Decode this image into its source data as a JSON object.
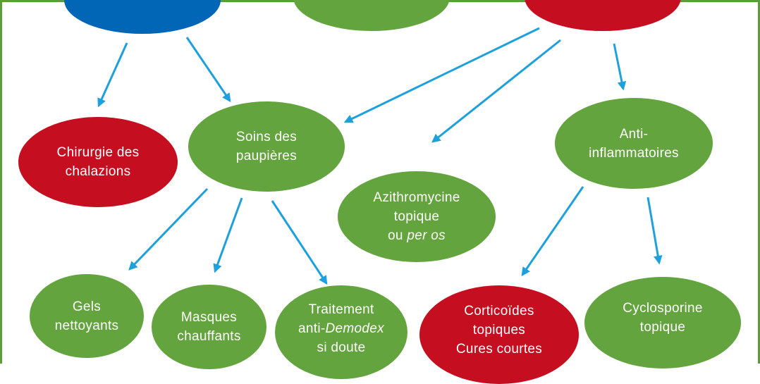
{
  "colors": {
    "green": "#64a43f",
    "red": "#c50e1f",
    "blue": "#0066b5",
    "arrow": "#1ea0dc",
    "border": "#5a9e3a"
  },
  "nodes": {
    "chirurgie": {
      "line1": "Chirurgie des",
      "line2": "chalazions"
    },
    "soins": {
      "line1": "Soins des",
      "line2": "paupières"
    },
    "azithro": {
      "line1": "Azithromycine",
      "line2": "topique",
      "line3_prefix": "ou ",
      "line3_italic": "per os"
    },
    "antiinfl": {
      "line1": "Anti-",
      "line2": "inflammatoires"
    },
    "gels": {
      "line1": "Gels",
      "line2": "nettoyants"
    },
    "masques": {
      "line1": "Masques",
      "line2": "chauffants"
    },
    "traitement": {
      "line1": "Traitement",
      "line2_prefix": "anti-",
      "line2_italic": "Demodex",
      "line3": "si doute"
    },
    "cortico": {
      "line1": "Corticoïdes",
      "line2": "topiques",
      "line3": "Cures courtes"
    },
    "cyclo": {
      "line1": "Cyclosporine",
      "line2": "topique"
    }
  }
}
